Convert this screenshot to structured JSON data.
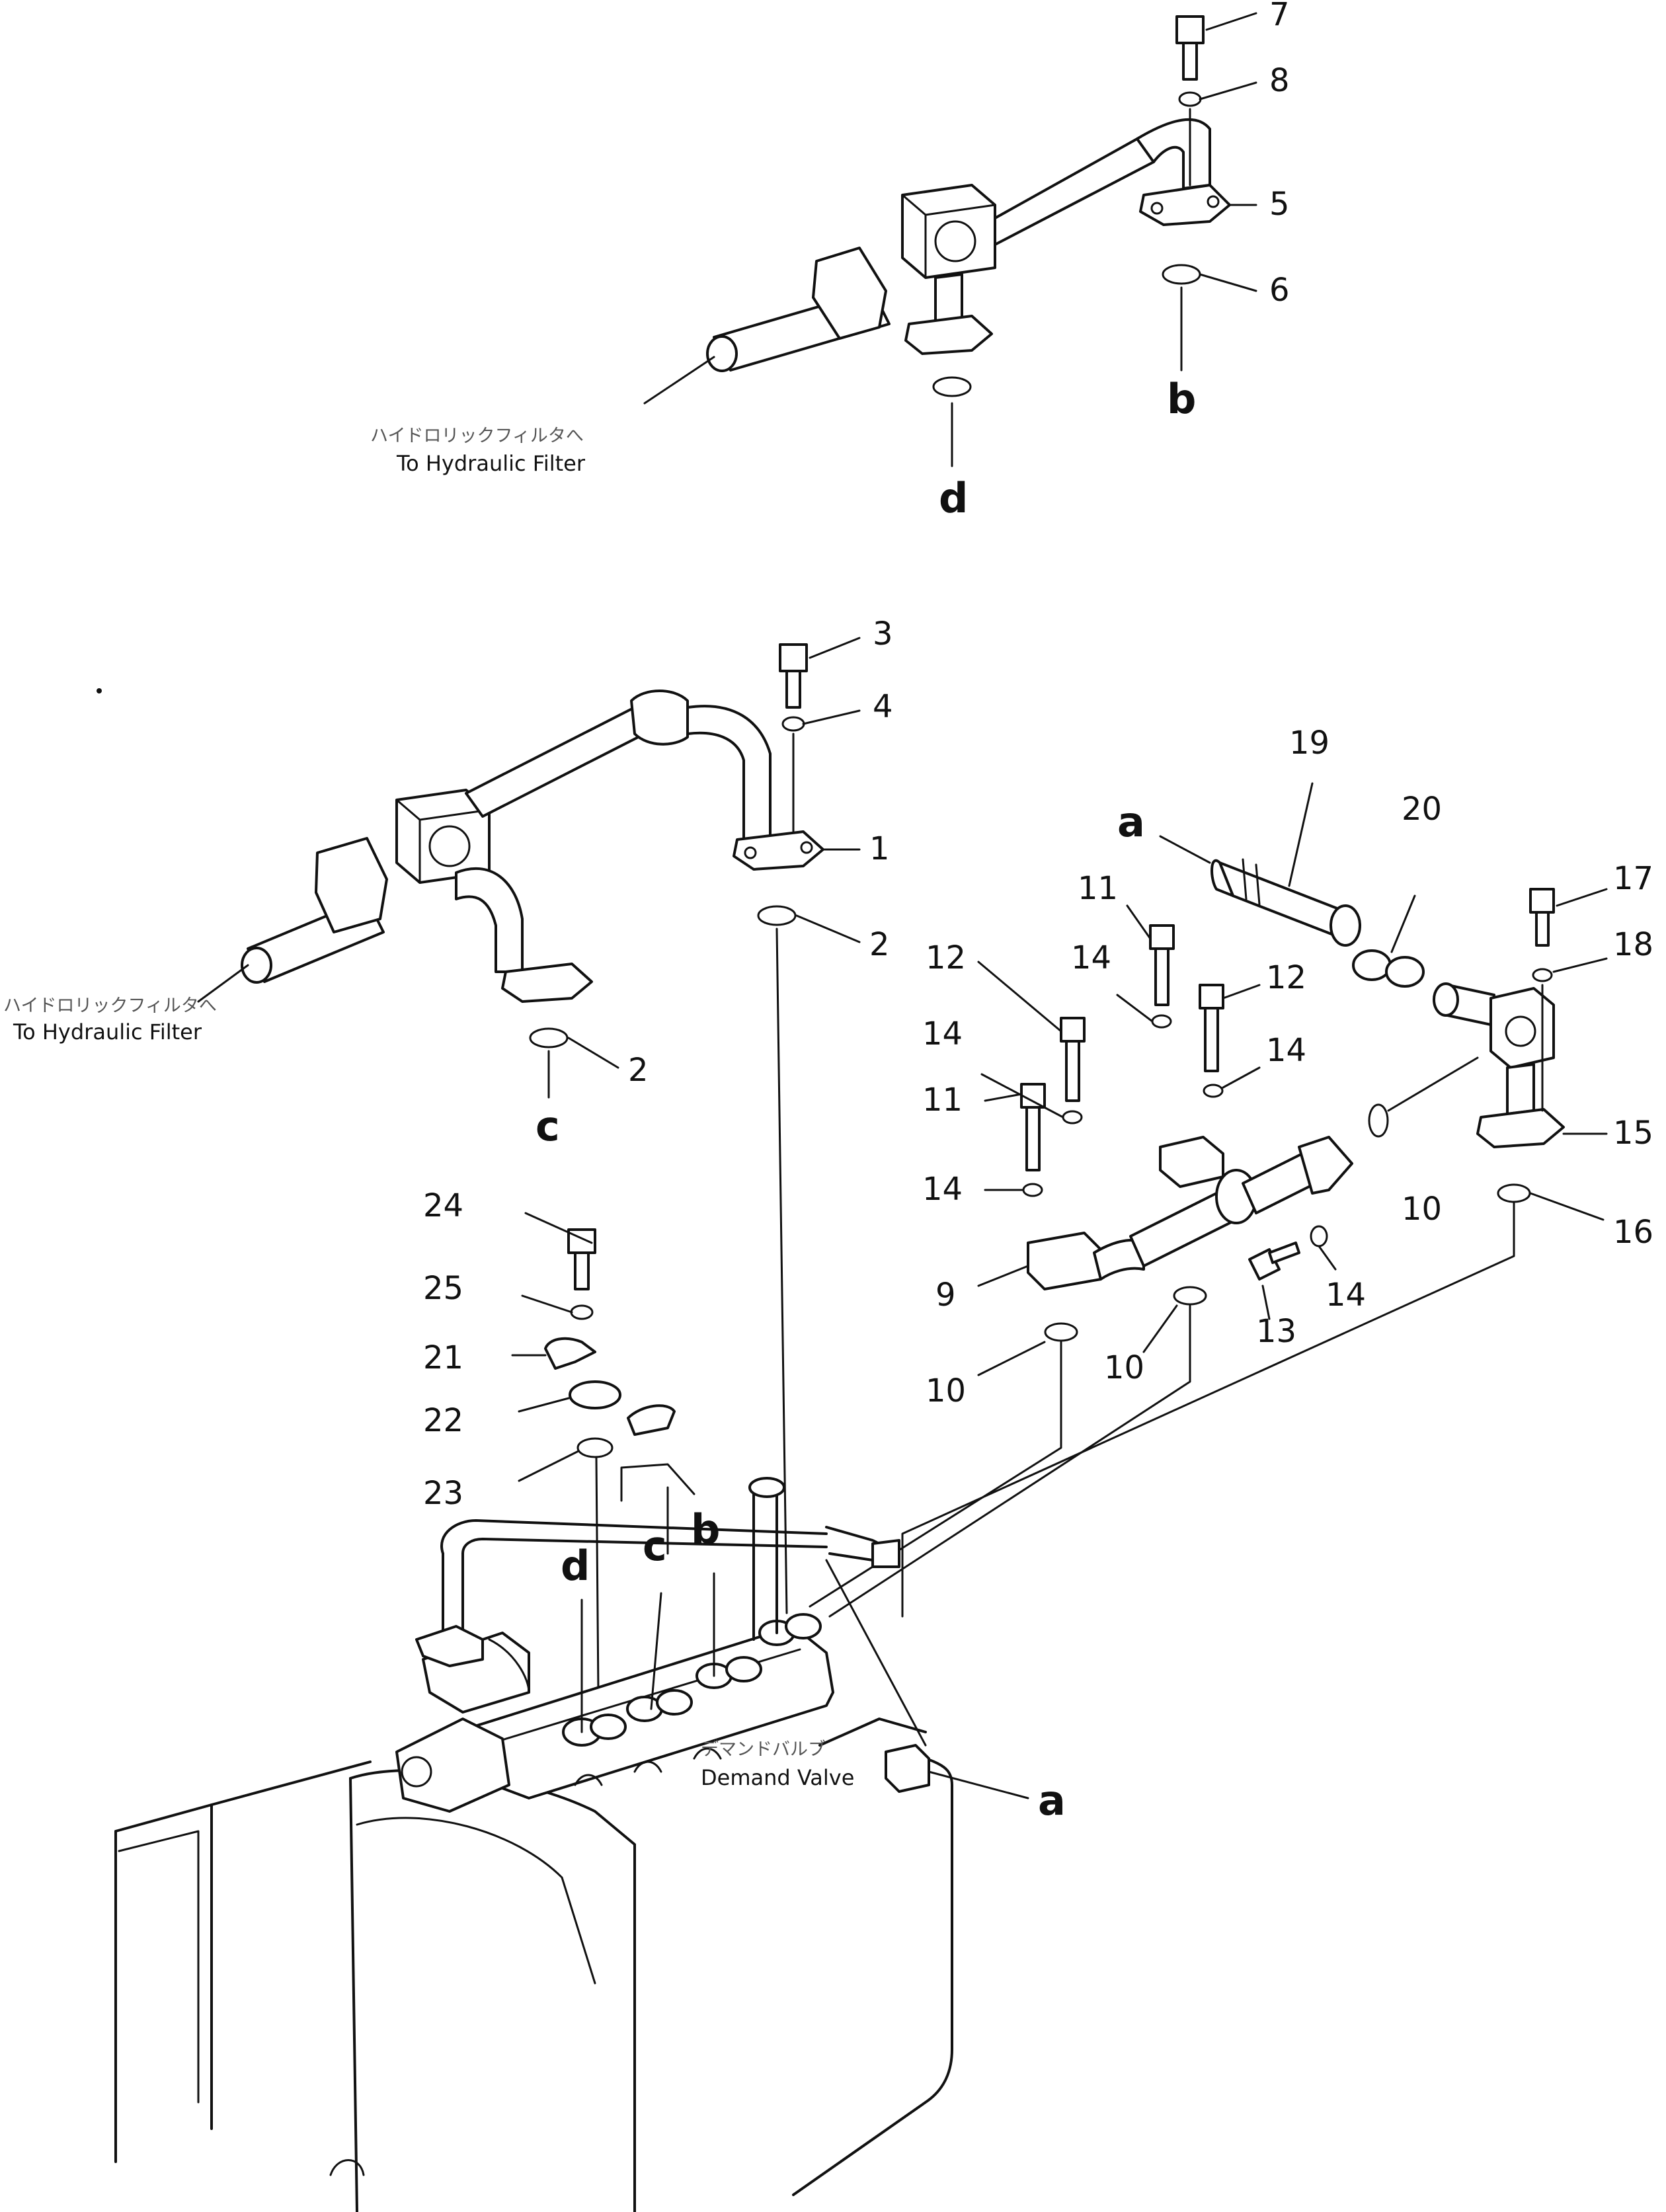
{
  "parts": {
    "p1": "1",
    "p2a": "2",
    "p2b": "2",
    "p3": "3",
    "p4": "4",
    "p5": "5",
    "p6": "6",
    "p7": "7",
    "p8": "8",
    "p9": "9",
    "p10a": "10",
    "p10b": "10",
    "p10c": "10",
    "p11a": "11",
    "p11b": "11",
    "p12a": "12",
    "p12b": "12",
    "p13": "13",
    "p14a": "14",
    "p14b": "14",
    "p14c": "14",
    "p14d": "14",
    "p14e": "14",
    "p15": "15",
    "p16": "16",
    "p17": "17",
    "p18": "18",
    "p19": "19",
    "p20": "20",
    "p21": "21",
    "p22": "22",
    "p23": "23",
    "p24": "24",
    "p25": "25"
  },
  "connections": {
    "a_top": "a",
    "a_bottom": "a",
    "b_top": "b",
    "b_bottom": "b",
    "c_top": "c",
    "c_bottom": "c",
    "d_top": "d",
    "d_bottom": "d"
  },
  "captions": {
    "filter_top_jp": "ハイドロリックフィルタへ",
    "filter_top_en": "To Hydraulic Filter",
    "filter_mid_jp": "ハイドロリックフィルタへ",
    "filter_mid_en": "To Hydraulic Filter",
    "demand_valve_jp": "デマンドバルブ",
    "demand_valve_en": "Demand Valve"
  }
}
